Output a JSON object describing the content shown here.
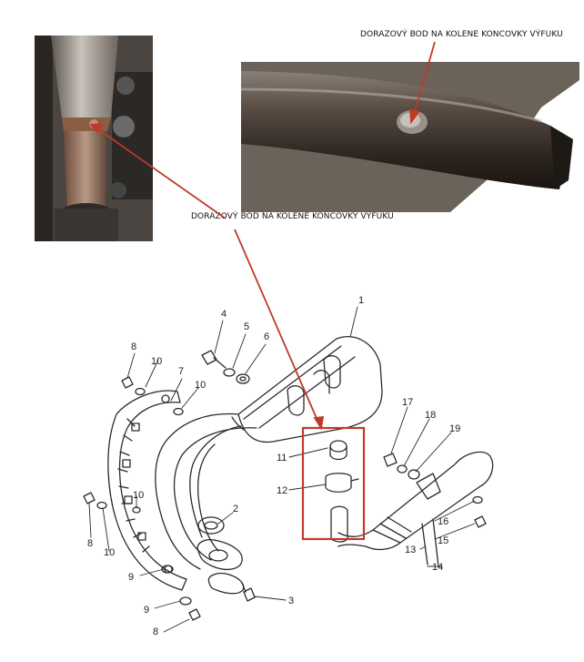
{
  "photos": {
    "left": {
      "name": "photo-exhaust-joint"
    },
    "top_right": {
      "name": "photo-exhaust-pipe-closeup"
    }
  },
  "annotations": {
    "top": "DORAZOVÝ BOD NA KOLENE KONCOVKY VÝFUKU",
    "middle": "DORAZOVÝ BOD NA KOLENE KONCOVKY VÝFUKU"
  },
  "part_numbers": [
    "1",
    "2",
    "3",
    "4",
    "5",
    "6",
    "7",
    "8",
    "8",
    "8",
    "9",
    "9",
    "10",
    "10",
    "10",
    "10",
    "11",
    "12",
    "13",
    "14",
    "15",
    "16",
    "17",
    "18",
    "19"
  ],
  "colors": {
    "arrow": "#c0392b",
    "highlight_box": "#c0392b",
    "line_art": "#2b2b2b"
  }
}
